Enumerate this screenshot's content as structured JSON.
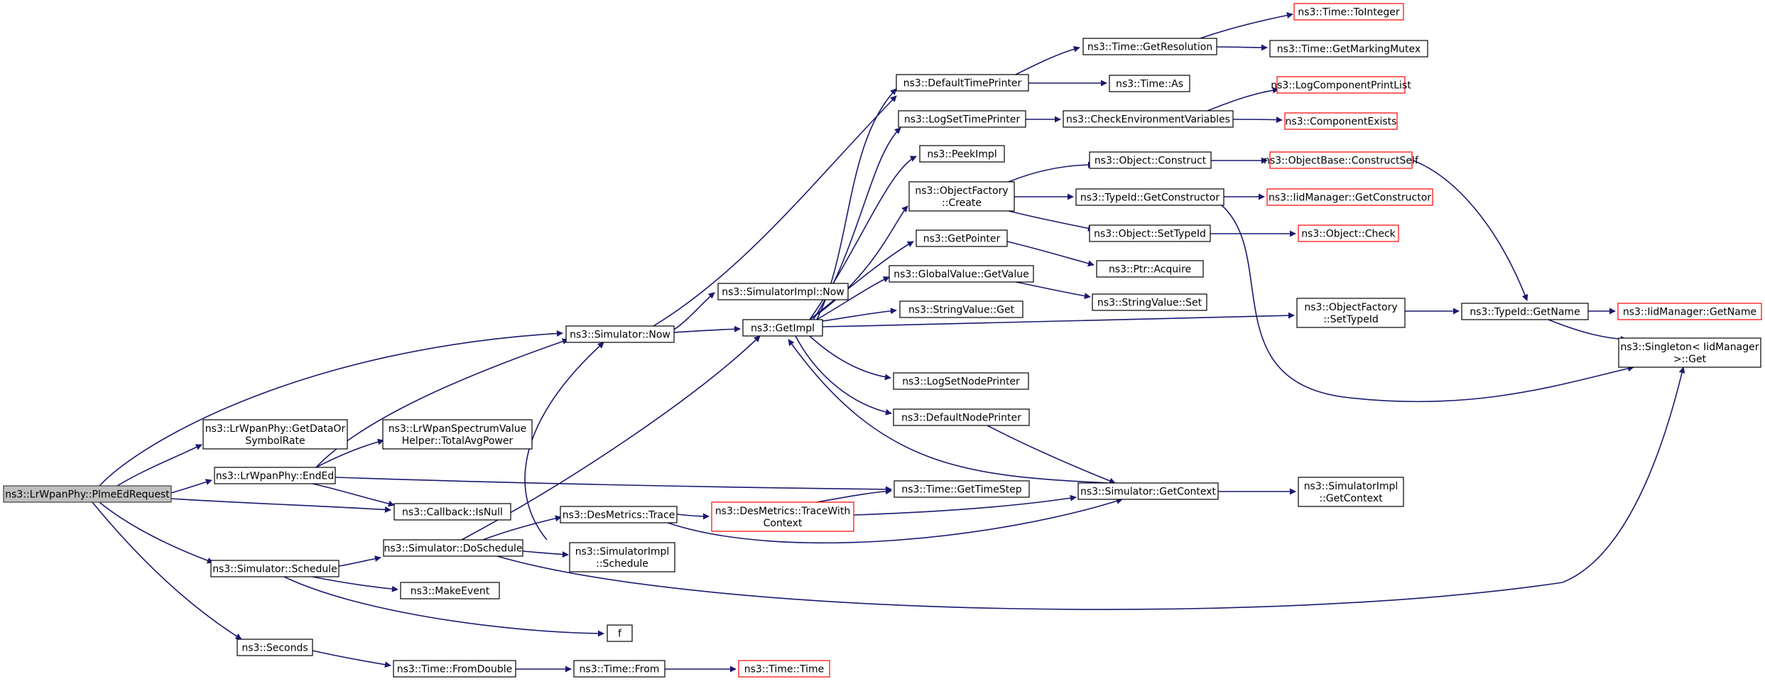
{
  "graph": {
    "nodes": [
      {
        "id": "n0",
        "label": [
          "ns3::LrWpanPhy::PlmeEdRequest"
        ],
        "root": true
      },
      {
        "id": "n1",
        "label": [
          "ns3::Simulator::Now"
        ]
      },
      {
        "id": "n2",
        "label": [
          "ns3::LrWpanPhy::GetDataOr",
          "SymbolRate"
        ]
      },
      {
        "id": "n3",
        "label": [
          "ns3::LrWpanPhy::EndEd"
        ]
      },
      {
        "id": "n4",
        "label": [
          "ns3::LrWpanSpectrumValue",
          "Helper::TotalAvgPower"
        ]
      },
      {
        "id": "n5",
        "label": [
          "ns3::Callback::IsNull"
        ]
      },
      {
        "id": "n6",
        "label": [
          "ns3::Simulator::Schedule"
        ]
      },
      {
        "id": "n7",
        "label": [
          "ns3::Simulator::DoSchedule"
        ]
      },
      {
        "id": "n8",
        "label": [
          "ns3::MakeEvent"
        ]
      },
      {
        "id": "n9",
        "label": [
          "f"
        ]
      },
      {
        "id": "n10",
        "label": [
          "ns3::Seconds"
        ]
      },
      {
        "id": "n11",
        "label": [
          "ns3::Time::FromDouble"
        ]
      },
      {
        "id": "n12",
        "label": [
          "ns3::Time::From"
        ]
      },
      {
        "id": "n13",
        "label": [
          "ns3::Time::Time"
        ],
        "truncated": true
      },
      {
        "id": "n14",
        "label": [
          "ns3::DesMetrics::Trace"
        ]
      },
      {
        "id": "n15",
        "label": [
          "ns3::DesMetrics::TraceWith",
          "Context"
        ],
        "truncated": true
      },
      {
        "id": "n16",
        "label": [
          "ns3::SimulatorImpl",
          "::Schedule"
        ]
      },
      {
        "id": "n17",
        "label": [
          "ns3::SimulatorImpl::Now"
        ]
      },
      {
        "id": "n18",
        "label": [
          "ns3::GetImpl"
        ]
      },
      {
        "id": "n19",
        "label": [
          "ns3::DefaultTimePrinter"
        ]
      },
      {
        "id": "n20",
        "label": [
          "ns3::LogSetTimePrinter"
        ]
      },
      {
        "id": "n21",
        "label": [
          "ns3::PeekImpl"
        ]
      },
      {
        "id": "n22",
        "label": [
          "ns3::ObjectFactory",
          "::Create"
        ]
      },
      {
        "id": "n23",
        "label": [
          "ns3::GetPointer"
        ]
      },
      {
        "id": "n24",
        "label": [
          "ns3::GlobalValue::GetValue"
        ]
      },
      {
        "id": "n25",
        "label": [
          "ns3::StringValue::Get"
        ]
      },
      {
        "id": "n26",
        "label": [
          "ns3::LogSetNodePrinter"
        ]
      },
      {
        "id": "n27",
        "label": [
          "ns3::DefaultNodePrinter"
        ]
      },
      {
        "id": "n28",
        "label": [
          "ns3::Time::GetTimeStep"
        ]
      },
      {
        "id": "n29",
        "label": [
          "ns3::Simulator::GetContext"
        ]
      },
      {
        "id": "n30",
        "label": [
          "ns3::SimulatorImpl",
          "::GetContext"
        ]
      },
      {
        "id": "n31",
        "label": [
          "ns3::Time::GetResolution"
        ]
      },
      {
        "id": "n32",
        "label": [
          "ns3::Time::ToInteger"
        ],
        "truncated": true
      },
      {
        "id": "n33",
        "label": [
          "ns3::Time::GetMarkingMutex"
        ]
      },
      {
        "id": "n34",
        "label": [
          "ns3::Time::As"
        ]
      },
      {
        "id": "n35",
        "label": [
          "ns3::CheckEnvironmentVariables"
        ]
      },
      {
        "id": "n36",
        "label": [
          "ns3::LogComponentPrintList"
        ],
        "truncated": true
      },
      {
        "id": "n37",
        "label": [
          "ns3::ComponentExists"
        ],
        "truncated": true
      },
      {
        "id": "n38",
        "label": [
          "ns3::Object::Construct"
        ]
      },
      {
        "id": "n39",
        "label": [
          "ns3::ObjectBase::ConstructSelf"
        ],
        "truncated": true
      },
      {
        "id": "n40",
        "label": [
          "ns3::TypeId::GetConstructor"
        ]
      },
      {
        "id": "n41",
        "label": [
          "ns3::IidManager::GetConstructor"
        ],
        "truncated": true
      },
      {
        "id": "n42",
        "label": [
          "ns3::Object::SetTypeId"
        ]
      },
      {
        "id": "n43",
        "label": [
          "ns3::Object::Check"
        ],
        "truncated": true
      },
      {
        "id": "n44",
        "label": [
          "ns3::Ptr::Acquire"
        ]
      },
      {
        "id": "n45",
        "label": [
          "ns3::StringValue::Set"
        ]
      },
      {
        "id": "n46",
        "label": [
          "ns3::ObjectFactory",
          "::SetTypeId"
        ]
      },
      {
        "id": "n47",
        "label": [
          "ns3::TypeId::GetName"
        ]
      },
      {
        "id": "n48",
        "label": [
          "ns3::IidManager::GetName"
        ],
        "truncated": true
      },
      {
        "id": "n49",
        "label": [
          "ns3::Singleton< IidManager",
          " >::Get"
        ]
      }
    ]
  }
}
